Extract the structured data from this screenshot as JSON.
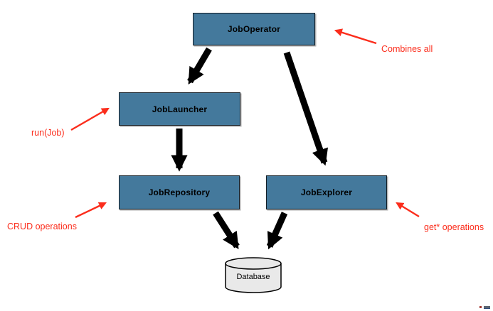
{
  "diagram": {
    "nodes": [
      {
        "id": "job_operator",
        "label": "JobOperator",
        "shape": "rect"
      },
      {
        "id": "job_launcher",
        "label": "JobLauncher",
        "shape": "rect"
      },
      {
        "id": "job_repository",
        "label": "JobRepository",
        "shape": "rect"
      },
      {
        "id": "job_explorer",
        "label": "JobExplorer",
        "shape": "rect"
      },
      {
        "id": "database",
        "label": "Database",
        "shape": "cylinder"
      }
    ],
    "edges": [
      {
        "from": "JobOperator",
        "to": "JobLauncher"
      },
      {
        "from": "JobOperator",
        "to": "JobExplorer"
      },
      {
        "from": "JobLauncher",
        "to": "JobRepository"
      },
      {
        "from": "JobRepository",
        "to": "Database"
      },
      {
        "from": "JobExplorer",
        "to": "Database"
      }
    ],
    "annotations": [
      {
        "text": "Combines all",
        "target": "JobOperator"
      },
      {
        "text": "run(Job)",
        "target": "JobLauncher"
      },
      {
        "text": "CRUD operations",
        "target": "JobRepository"
      },
      {
        "text": "get* operations",
        "target": "JobExplorer"
      }
    ],
    "colors": {
      "node_fill": "#44799C",
      "node_border": "#141E26",
      "flow_arrow": "#000000",
      "annotation_red": "#FB2D1C",
      "db_fill": "#E9E9E9",
      "background": "#FFFFFF"
    }
  }
}
